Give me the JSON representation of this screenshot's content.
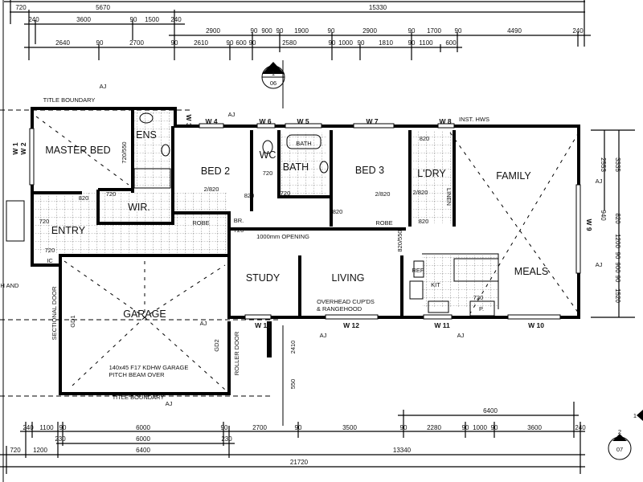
{
  "rooms": {
    "master_bed": "MASTER BED",
    "ens": "ENS",
    "bed2": "BED 2",
    "wc": "WC",
    "bath": "BATH",
    "bath_tub": "BATH",
    "bed3": "BED 3",
    "ldry": "L'DRY",
    "family": "FAMILY",
    "wir": "WIR.",
    "entry": "ENTRY",
    "study": "STUDY",
    "living": "LIVING",
    "meals": "MEALS",
    "garage": "GARAGE",
    "kit": "KIT",
    "robe1": "ROBE",
    "robe2": "ROBE",
    "br": "BR.",
    "linen": "LINEN",
    "pantry": "P.",
    "ref": "REF",
    "ic": "IC"
  },
  "windows": [
    "W 1",
    "W 2",
    "W 3",
    "W 4",
    "W 5",
    "W 6",
    "W 7",
    "W 8",
    "W 9",
    "W 10",
    "W 11",
    "W 12",
    "W 13"
  ],
  "notes": {
    "title_boundary_top": "TITLE BOUNDARY",
    "title_boundary_bottom": "TITLE BOUNDARY",
    "inst_hws": "INST. HWS",
    "opening": "1000mm OPENING",
    "overhead1": "OVERHEAD CUP'DS",
    "overhead2": "& RANGEHOOD",
    "sectional_door": "SECTIONAL DOOR",
    "roller_door": "ROLLER DOOR",
    "beam1": "140x45 F17 KDHW GARAGE",
    "beam2": "PITCH BEAM OVER",
    "h_and": "H AND",
    "aj": "AJ"
  },
  "doors": {
    "d820_master": "820",
    "d720_wir": "720",
    "d720_ens": "720/550",
    "d2820_bed2": "2/820",
    "d820_bed2": "820",
    "d720_br": "720",
    "d720_wc": "720",
    "d720_bath": "720",
    "d820_bed3hall": "820",
    "d2820_bed3": "2/820",
    "d820_ldry": "820",
    "d2820_ldry": "2/820",
    "d820_ldry2": "820",
    "d820_550": "820/550",
    "d720_entry": "720",
    "d720_ic": "720",
    "d720_pantry": "720",
    "gd1": "GD1",
    "gd2": "GD2",
    "h2410": "2410",
    "h550": "550"
  },
  "section_markers": {
    "top_num": "1",
    "top_sheet": "06",
    "bottom_num": "2",
    "bottom_sheet": "07",
    "right_num": "1"
  },
  "dims_top": {
    "row1": [
      "720",
      "5670",
      "15330"
    ],
    "row2": [
      "240",
      "3600",
      "90",
      "1500",
      "240"
    ],
    "row3": [
      "2900",
      "90",
      "900",
      "90",
      "1900",
      "90",
      "2900",
      "90",
      "1700",
      "90",
      "4490",
      "240"
    ],
    "row4": [
      "2640",
      "90",
      "2700",
      "90",
      "2610",
      "90",
      "600",
      "90",
      "2580",
      "90",
      "1000",
      "90",
      "1810",
      "90",
      "1100",
      "600"
    ]
  },
  "dims_bottom": {
    "row1": [
      "6400"
    ],
    "row2": [
      "240",
      "1100",
      "90",
      "6000",
      "90",
      "2700",
      "90",
      "3500",
      "90",
      "2280",
      "90",
      "1000",
      "90",
      "3600",
      "240"
    ],
    "row3": [
      "230",
      "6000",
      "230"
    ],
    "row4": [
      "720",
      "1200",
      "6400",
      "13340"
    ],
    "row5": [
      "21720"
    ]
  },
  "dims_right": [
    "2553",
    "3335",
    "940",
    "820",
    "1200",
    "90",
    "900",
    "90",
    "1520"
  ]
}
